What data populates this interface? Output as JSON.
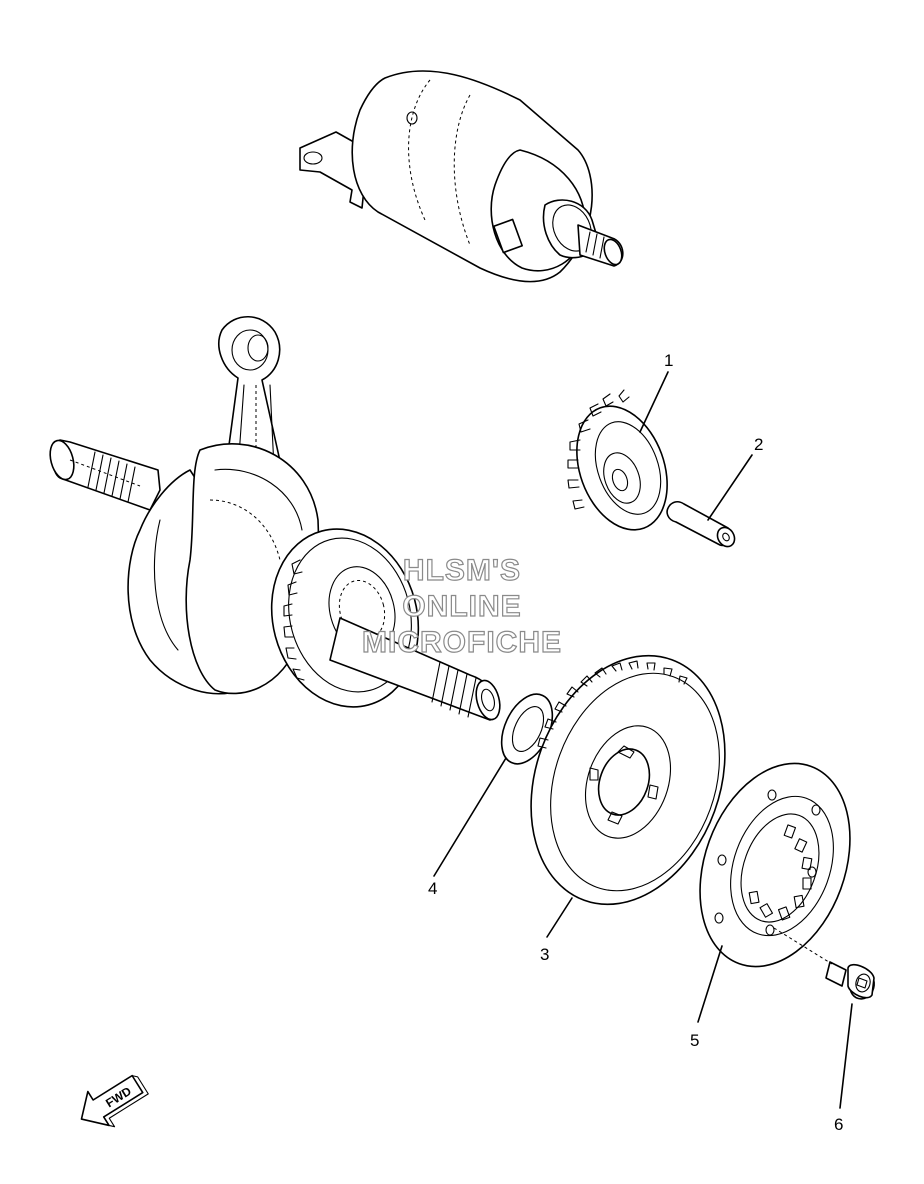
{
  "callouts": [
    {
      "id": "1",
      "label": "1"
    },
    {
      "id": "2",
      "label": "2"
    },
    {
      "id": "3",
      "label": "3"
    },
    {
      "id": "4",
      "label": "4"
    },
    {
      "id": "5",
      "label": "5"
    },
    {
      "id": "6",
      "label": "6"
    }
  ],
  "watermark": {
    "line1": "HLSM'S",
    "line2": "ONLINE",
    "line3": "MICROFICHE"
  },
  "fwd_arrow": {
    "label": "FWD"
  },
  "colors": {
    "line": "#000000",
    "background": "#ffffff",
    "watermark_outline": "#8a8a8a"
  }
}
